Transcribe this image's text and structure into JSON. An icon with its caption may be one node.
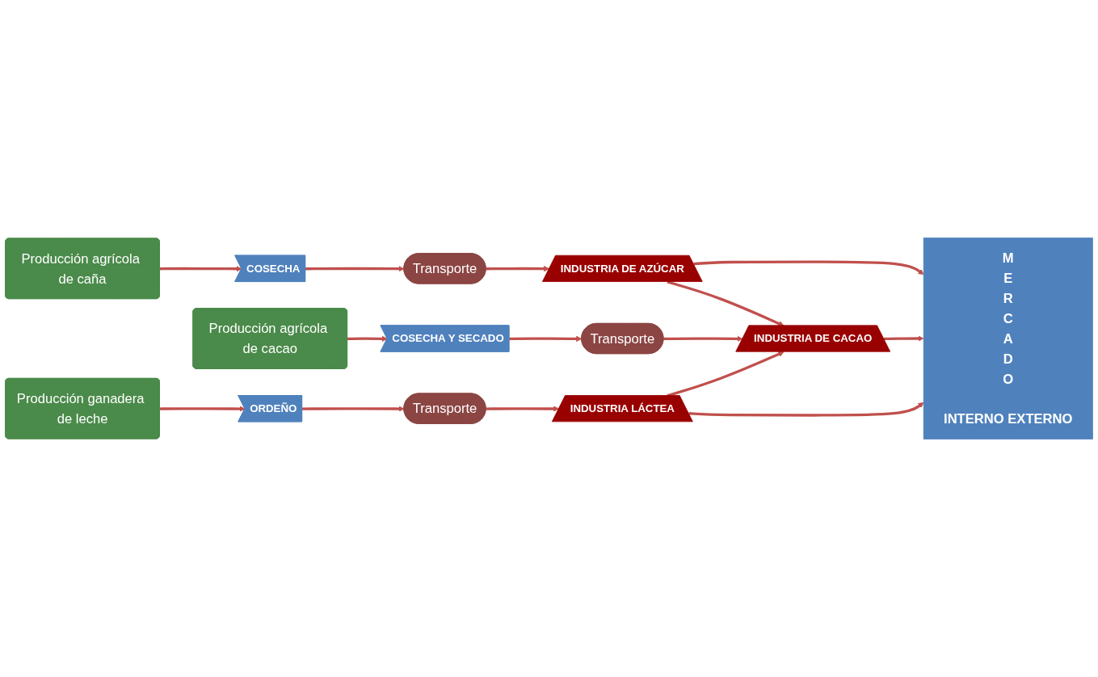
{
  "diagram": {
    "nodes": [
      {
        "text": [
          "Producción agrícola de caña"
        ]
      },
      {
        "text": [
          "COSECHA"
        ]
      },
      {
        "text": [
          "Transporte"
        ]
      },
      {
        "text": [
          "INDUSTRIA DE AZÚCAR"
        ]
      },
      {
        "text": [
          "Producción agrícola de cacao"
        ]
      },
      {
        "text": [
          "COSECHA Y SECADO"
        ]
      },
      {
        "text": [
          "Transporte"
        ]
      },
      {
        "text": [
          "INDUSTRIA DE CACAO"
        ]
      },
      {
        "text": [
          "Producción ganadera de leche"
        ]
      },
      {
        "text": [
          "ORDEÑO"
        ]
      },
      {
        "text": [
          "Transporte"
        ]
      },
      {
        "text": [
          "INDUSTRIA LÁCTEA"
        ]
      },
      {
        "text": [
          "MERCADO",
          "INTERNO EXTERNO"
        ]
      }
    ],
    "edges": [
      {
        "from": 0,
        "to": 1,
        "arrow": "to"
      },
      {
        "from": 1,
        "to": 2,
        "arrow": "to"
      },
      {
        "from": 2,
        "to": 3,
        "arrow": "to"
      },
      {
        "from": 3,
        "to": 12,
        "arrow": "to"
      },
      {
        "from": 3,
        "to": 7,
        "arrow": "to"
      },
      {
        "from": 4,
        "to": 5,
        "arrow": "to"
      },
      {
        "from": 5,
        "to": 6,
        "arrow": "to"
      },
      {
        "from": 6,
        "to": 7,
        "arrow": "to"
      },
      {
        "from": 7,
        "to": 12,
        "arrow": "to"
      },
      {
        "from": 8,
        "to": 9,
        "arrow": "to"
      },
      {
        "from": 9,
        "to": 10,
        "arrow": "to"
      },
      {
        "from": 10,
        "to": 11,
        "arrow": "to"
      },
      {
        "from": 11,
        "to": 7,
        "arrow": "to"
      },
      {
        "from": 11,
        "to": 12,
        "arrow": "to"
      }
    ]
  }
}
